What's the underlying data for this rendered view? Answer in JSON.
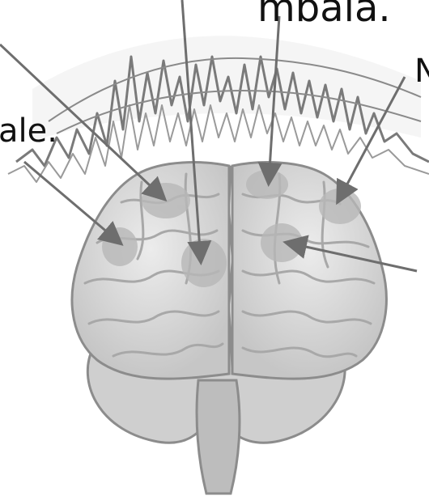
{
  "labels": {
    "top": "mbalà.",
    "left": "ale.",
    "right": "N"
  },
  "colors": {
    "brain_fill": "#d9d9d9",
    "brain_stroke": "#8c8c8c",
    "fold_stroke": "#b3b3b3",
    "region_fill": "#b8b8b8",
    "arrow": "#6e6e6e",
    "wave": "#7a7a7a",
    "wave_shadow": "#c8c8c8"
  },
  "icons": {
    "brain": "brain-front-view-icon",
    "wave": "eeg-wave-icon",
    "arrow": "pointer-arrow-icon"
  }
}
